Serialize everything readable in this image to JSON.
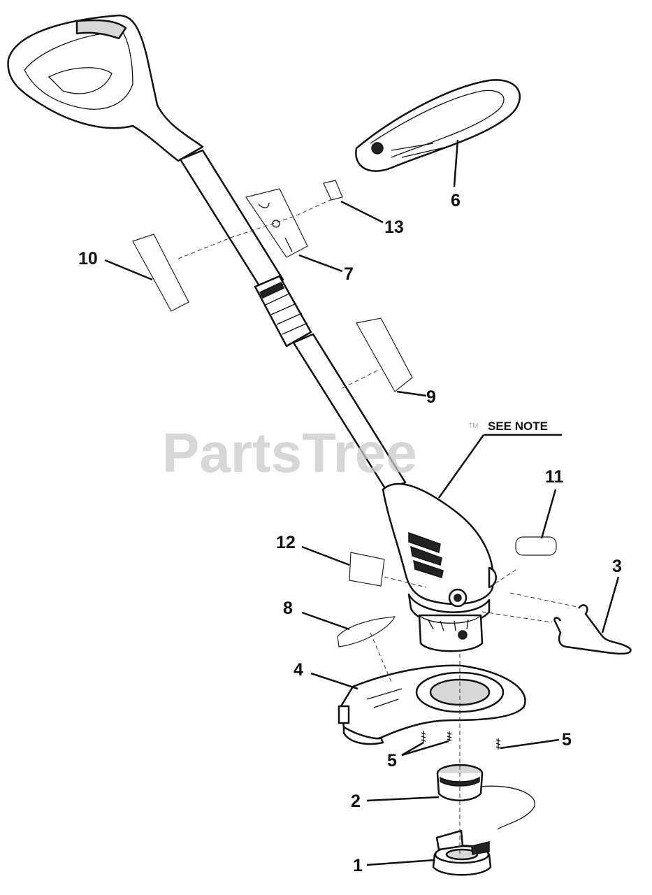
{
  "watermark": {
    "text": "PartsTree",
    "tm": "TM"
  },
  "note": "SEE NOTE",
  "callouts": {
    "c1": "1",
    "c2": "2",
    "c3": "3",
    "c4": "4",
    "c5a": "5",
    "c5b": "5",
    "c6": "6",
    "c7": "7",
    "c8": "8",
    "c9": "9",
    "c10": "10",
    "c11": "11",
    "c12": "12",
    "c13": "13"
  }
}
